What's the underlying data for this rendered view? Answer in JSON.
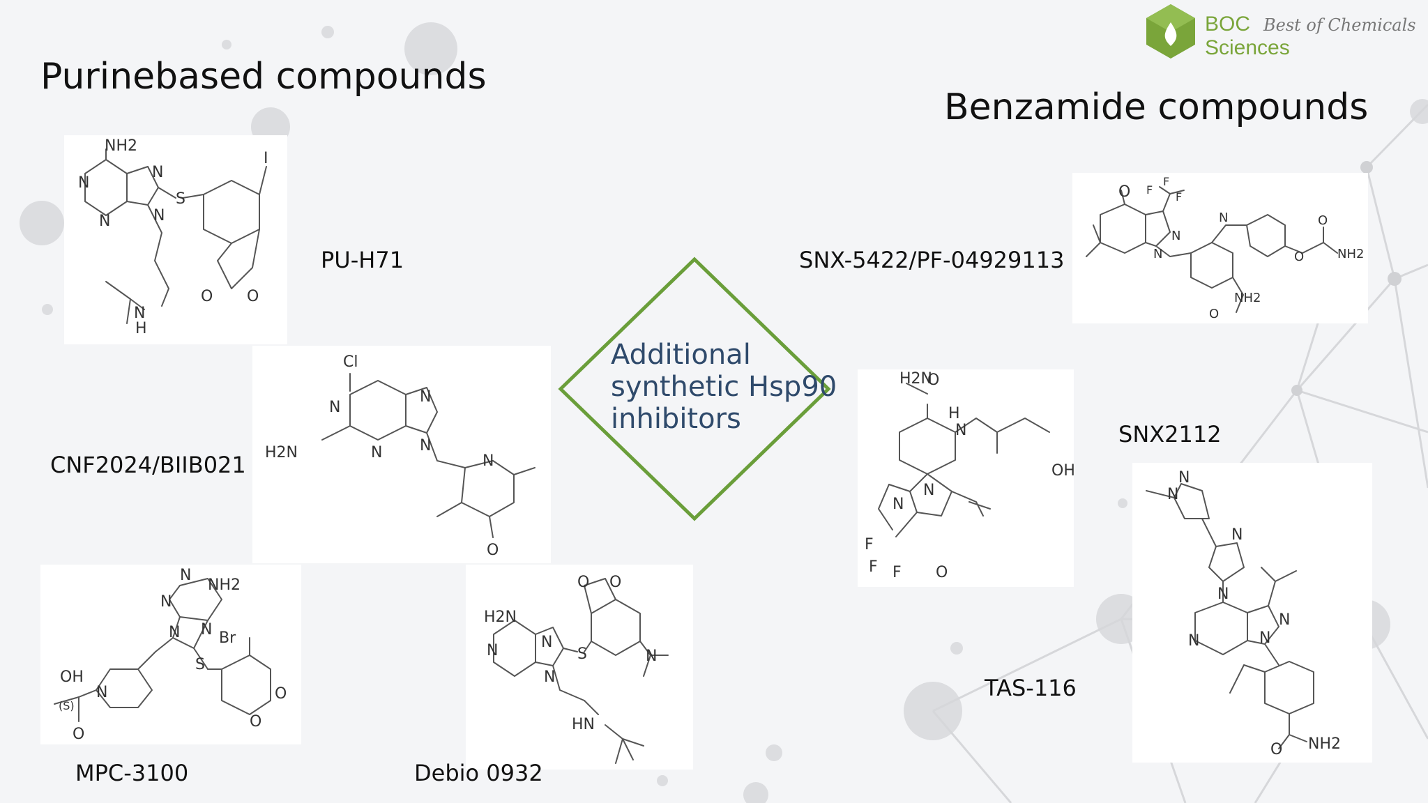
{
  "logo": {
    "brand": "BOC",
    "tagline": "Best of Chemicals",
    "name": "Sciences",
    "colors": {
      "primary": "#7aa53a",
      "tagline": "#777777"
    }
  },
  "sections": {
    "left_title": "Purinebased compounds",
    "right_title": "Benzamide compounds"
  },
  "center": {
    "lines": [
      "Additional",
      "synthetic Hsp90",
      "inhibitors"
    ],
    "diamond_color": "#6a9e3a",
    "text_color": "#2f4a6b"
  },
  "compounds": [
    {
      "id": "pu-h71",
      "name": "PU-H71"
    },
    {
      "id": "cnf2024",
      "name": "CNF2024/BIIB021"
    },
    {
      "id": "mpc-3100",
      "name": "MPC-3100"
    },
    {
      "id": "debio-0932",
      "name": "Debio 0932"
    },
    {
      "id": "snx-5422",
      "name": "SNX-5422/PF-04929113"
    },
    {
      "id": "snx2112",
      "name": "SNX2112"
    },
    {
      "id": "tas-116",
      "name": "TAS-116"
    }
  ],
  "atoms": {
    "nh2": "NH2",
    "n": "N",
    "s": "S",
    "i": "I",
    "o": "O",
    "h": "H",
    "cl": "Cl",
    "h2n": "H2N",
    "br": "Br",
    "oh": "OH",
    "hn": "HN",
    "f": "F",
    "s_label": "(S)"
  }
}
